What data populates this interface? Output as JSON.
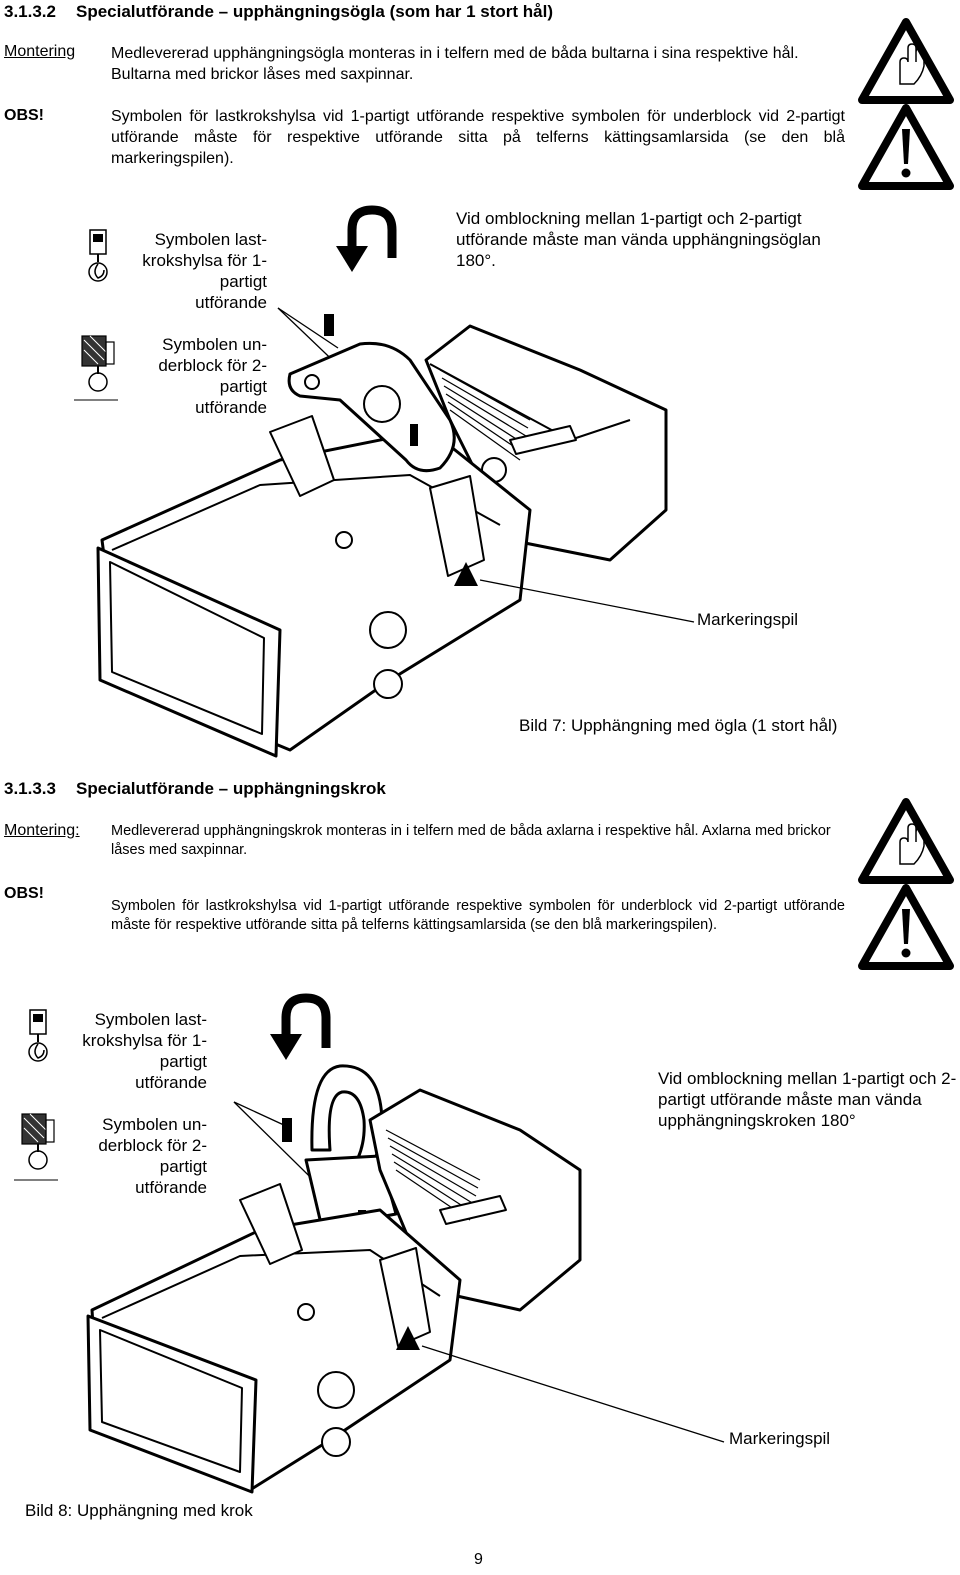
{
  "section1": {
    "number": "3.1.3.2",
    "title": "Specialutförande – upphängningsögla (som har 1 stort hål)",
    "mount_label": "Montering",
    "mount_text": "Medlevererad upphängningsögla monteras in i telfern med de båda bultarna i sina respektive hål. Bultarna med brickor låses med saxpinnar.",
    "obs_label": "OBS!",
    "obs_text": "Symbolen för lastkrokshylsa vid 1-partigt utförande respektive symbolen för underblock vid 2-partigt utförande måste för respektive utförande sitta på telferns kättingsamlarsida (se den blå markeringspilen).",
    "callout_symbol1": "Symbolen last-\nkrokshylsa för 1-\npartigt\nutförande",
    "callout_symbol2": "Symbolen un-\nderblock för 2-\npartigt\nutförande",
    "callout_reverse": "Vid omblockning mellan 1-partigt och 2-partigt utförande måste man vända upphängningsöglan 180°.",
    "marker_label": "Markeringspil",
    "caption": "Bild 7: Upphängning med ögla (1 stort hål)"
  },
  "section2": {
    "number": "3.1.3.3",
    "title": "Specialutförande – upphängningskrok",
    "mount_label": "Montering:",
    "mount_text": "Medlevererad upphängningskrok monteras in i telfern med de båda axlarna i respektive hål. Axlarna med brickor låses med saxpinnar.",
    "obs_label": "OBS!",
    "obs_text": "Symbolen för lastkrokshylsa vid 1-partigt utförande respektive symbolen för underblock vid 2-partigt utförande måste för respektive utförande sitta på telferns kättingsamlarsida (se den blå markeringspilen).",
    "callout_symbol1": "Symbolen last-\nkrokshylsa för 1-\npartigt\nutförande",
    "callout_symbol2": "Symbolen un-\nderblock för 2-\npartigt\nutförande",
    "callout_reverse": "Vid omblockning mellan 1-partigt och 2-partigt utförande måste man vända upphängningskroken 180°",
    "marker_label": "Markeringspil",
    "caption": "Bild 8: Upphängning med krok"
  },
  "icons": [
    "warning-hand-icon",
    "warning-exclamation-icon",
    "rotate-arrow-icon",
    "hook-sleeve-icon",
    "bottom-block-icon"
  ],
  "page_number": "9"
}
